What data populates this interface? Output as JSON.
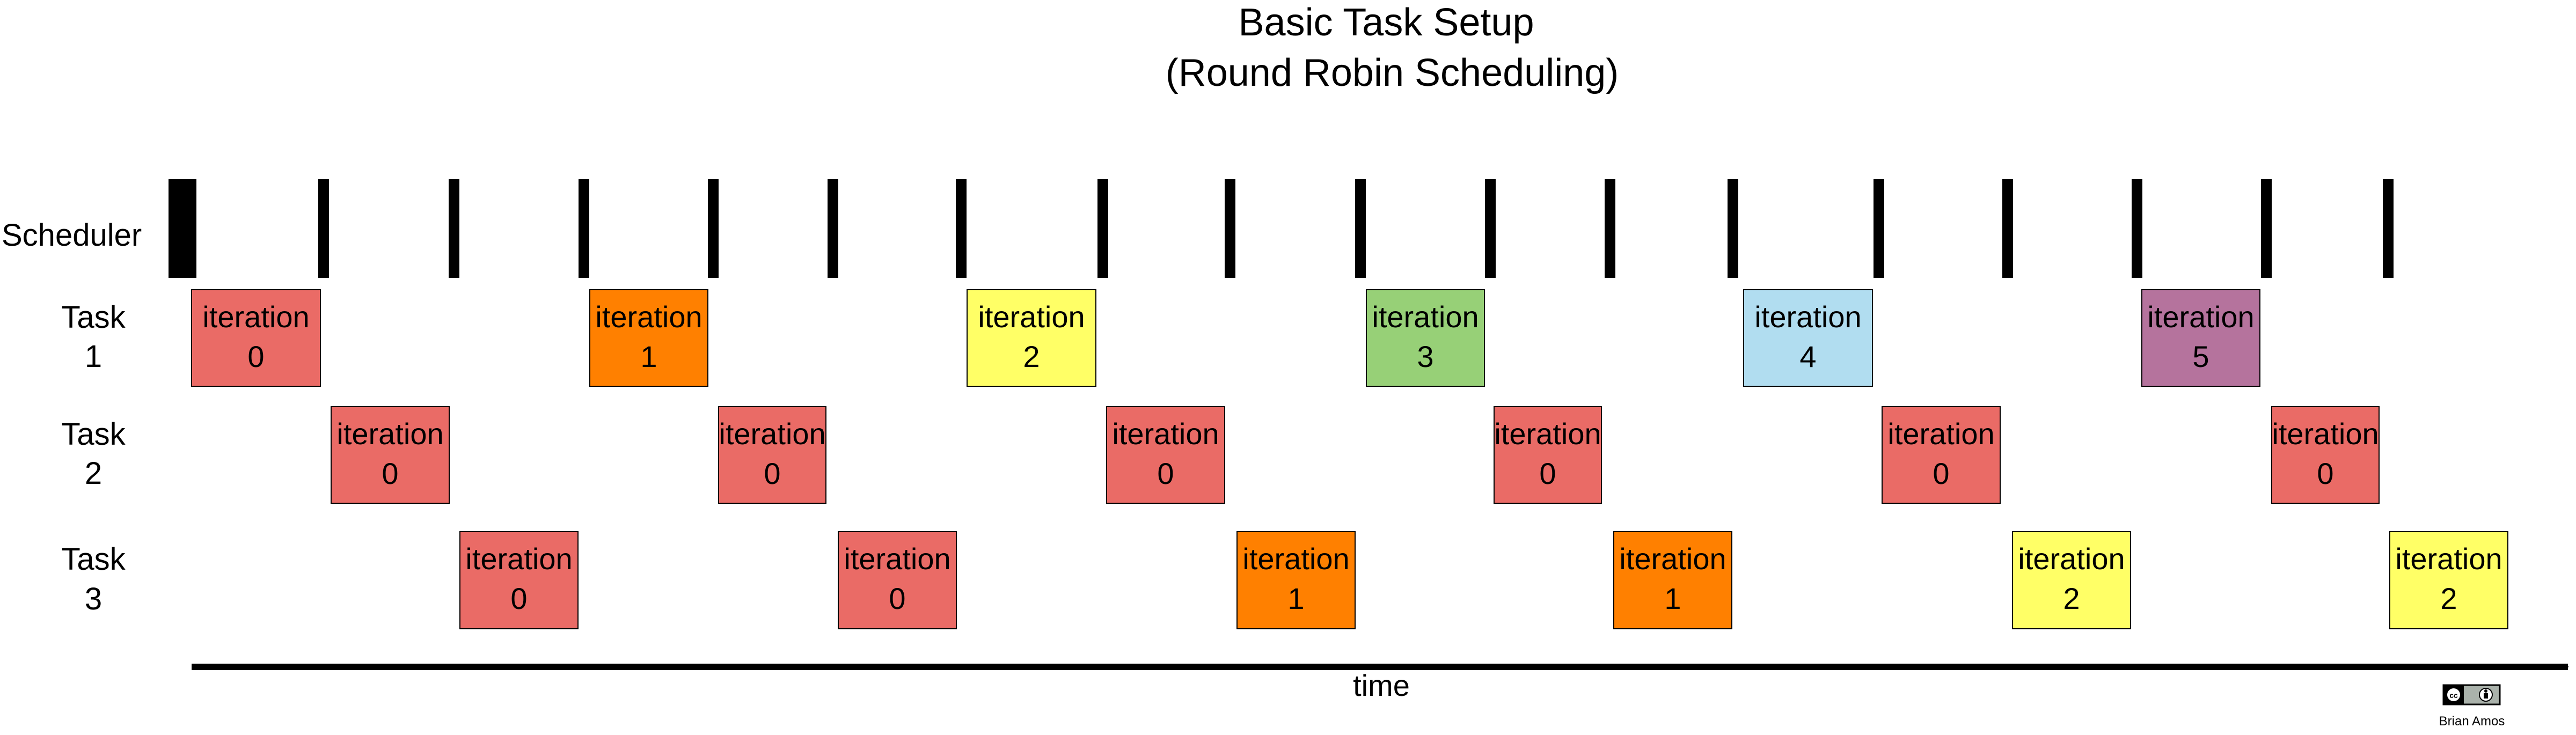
{
  "title": {
    "line1": "Basic Task Setup",
    "line2": "(Round Robin Scheduling)"
  },
  "rows": {
    "scheduler": "Scheduler",
    "task1": [
      "Task",
      "1"
    ],
    "task2": [
      "Task",
      "2"
    ],
    "task3": [
      "Task",
      "3"
    ]
  },
  "block_word": "iteration",
  "colors": {
    "red": "#EA6B66",
    "orange": "#FF8000",
    "yellow": "#FFFF66",
    "green": "#97D077",
    "blue": "#B1DDF0",
    "purple": "#B5739D"
  },
  "scheduler_ticks": 18,
  "task1_blocks": [
    {
      "iteration": "0",
      "color": "red"
    },
    {
      "iteration": "1",
      "color": "orange"
    },
    {
      "iteration": "2",
      "color": "yellow"
    },
    {
      "iteration": "3",
      "color": "green"
    },
    {
      "iteration": "4",
      "color": "blue"
    },
    {
      "iteration": "5",
      "color": "purple"
    }
  ],
  "task2_blocks": [
    {
      "iteration": "0",
      "color": "red"
    },
    {
      "iteration": "0",
      "color": "red"
    },
    {
      "iteration": "0",
      "color": "red"
    },
    {
      "iteration": "0",
      "color": "red"
    },
    {
      "iteration": "0",
      "color": "red"
    },
    {
      "iteration": "0",
      "color": "red"
    }
  ],
  "task3_blocks": [
    {
      "iteration": "0",
      "color": "red"
    },
    {
      "iteration": "0",
      "color": "red"
    },
    {
      "iteration": "1",
      "color": "orange"
    },
    {
      "iteration": "1",
      "color": "orange"
    },
    {
      "iteration": "2",
      "color": "yellow"
    },
    {
      "iteration": "2",
      "color": "yellow"
    }
  ],
  "axis_label": "time",
  "license": {
    "badge": "cc",
    "author": "Brian Amos"
  }
}
